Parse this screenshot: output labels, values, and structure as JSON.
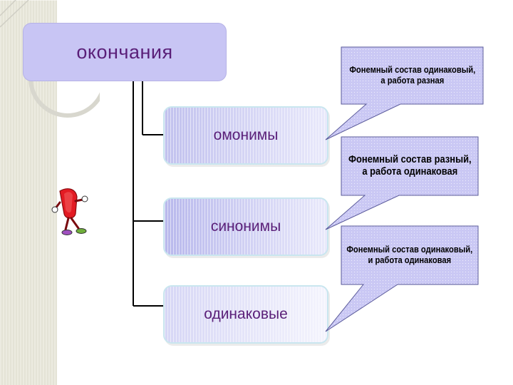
{
  "diagram": {
    "root": {
      "label": "окончания"
    },
    "nodes": [
      {
        "label": "омонимы"
      },
      {
        "label": "синонимы"
      },
      {
        "label": "одинаковые"
      }
    ],
    "callouts": [
      {
        "line1": "Фонемный состав одинаковый,",
        "line2": "а работа разная"
      },
      {
        "line1": "Фонемный состав разный,",
        "line2": "а работа одинаковая"
      },
      {
        "line1": "Фонемный состав одинаковый,",
        "line2": "и работа одинаковая"
      }
    ]
  },
  "colors": {
    "root_fill": "#c8c5f4",
    "node_text": "#5a1f78",
    "callout_fill": "#cac8f4",
    "callout_border": "#7e7eb8",
    "connector": "#000000"
  }
}
